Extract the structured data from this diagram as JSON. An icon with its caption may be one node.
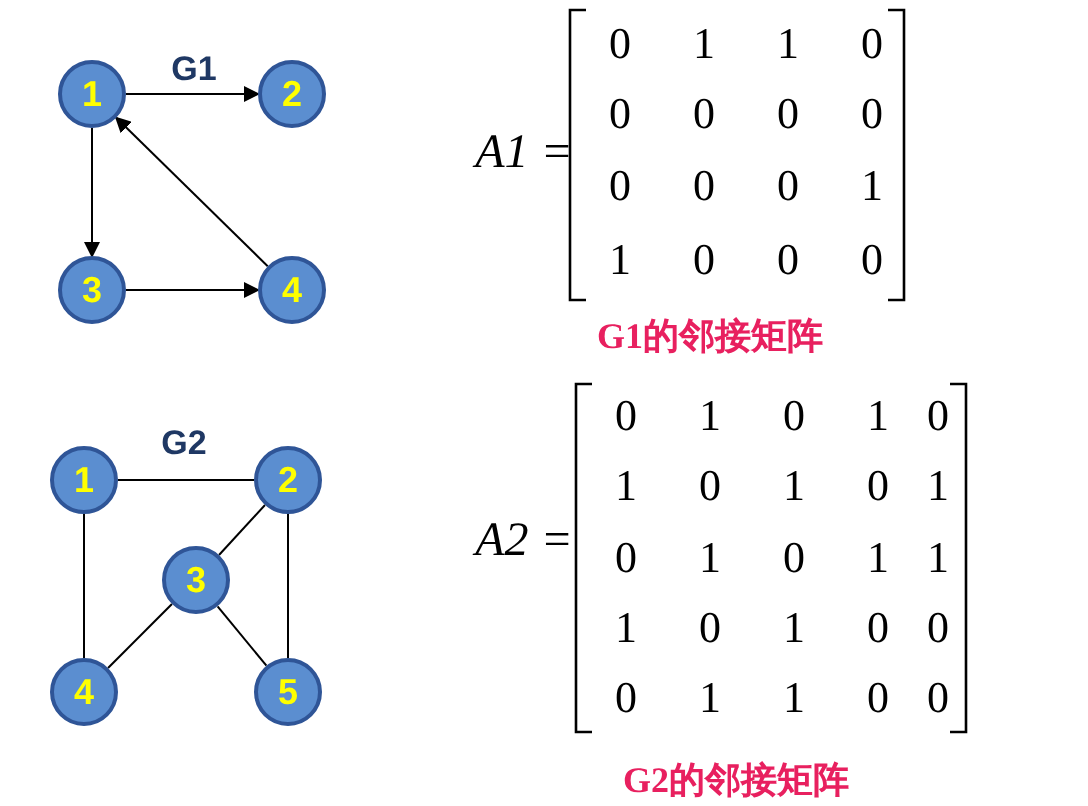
{
  "diagram": {
    "nodes": [
      {
        "text": [
          "1"
        ]
      },
      {
        "text": [
          "2"
        ]
      },
      {
        "text": [
          "3"
        ]
      },
      {
        "text": [
          "4"
        ]
      },
      {
        "text": [
          "1"
        ]
      },
      {
        "text": [
          "2"
        ]
      },
      {
        "text": [
          "3"
        ]
      },
      {
        "text": [
          "4"
        ]
      },
      {
        "text": [
          "5"
        ]
      }
    ],
    "edges": [
      {
        "from": 0,
        "to": 1,
        "arrow": "to"
      },
      {
        "from": 0,
        "to": 2,
        "arrow": "to"
      },
      {
        "from": 2,
        "to": 3,
        "arrow": "to"
      },
      {
        "from": 3,
        "to": 0,
        "arrow": "to"
      },
      {
        "from": 4,
        "to": 5,
        "arrow": "none"
      },
      {
        "from": 4,
        "to": 7,
        "arrow": "none"
      },
      {
        "from": 5,
        "to": 6,
        "arrow": "none"
      },
      {
        "from": 5,
        "to": 8,
        "arrow": "none"
      },
      {
        "from": 6,
        "to": 7,
        "arrow": "none"
      },
      {
        "from": 6,
        "to": 8,
        "arrow": "none"
      }
    ],
    "labels": [
      "G1",
      "A1 =",
      "0",
      "1",
      "1",
      "0",
      "0",
      "0",
      "0",
      "0",
      "0",
      "0",
      "0",
      "1",
      "1",
      "0",
      "0",
      "0",
      "G1的邻接矩阵",
      "G2",
      "A2 =",
      "0",
      "1",
      "0",
      "1",
      "0",
      "1",
      "0",
      "1",
      "0",
      "1",
      "0",
      "1",
      "0",
      "1",
      "1",
      "1",
      "0",
      "1",
      "0",
      "0",
      "0",
      "1",
      "1",
      "0",
      "0",
      "G2的邻接矩阵"
    ]
  }
}
